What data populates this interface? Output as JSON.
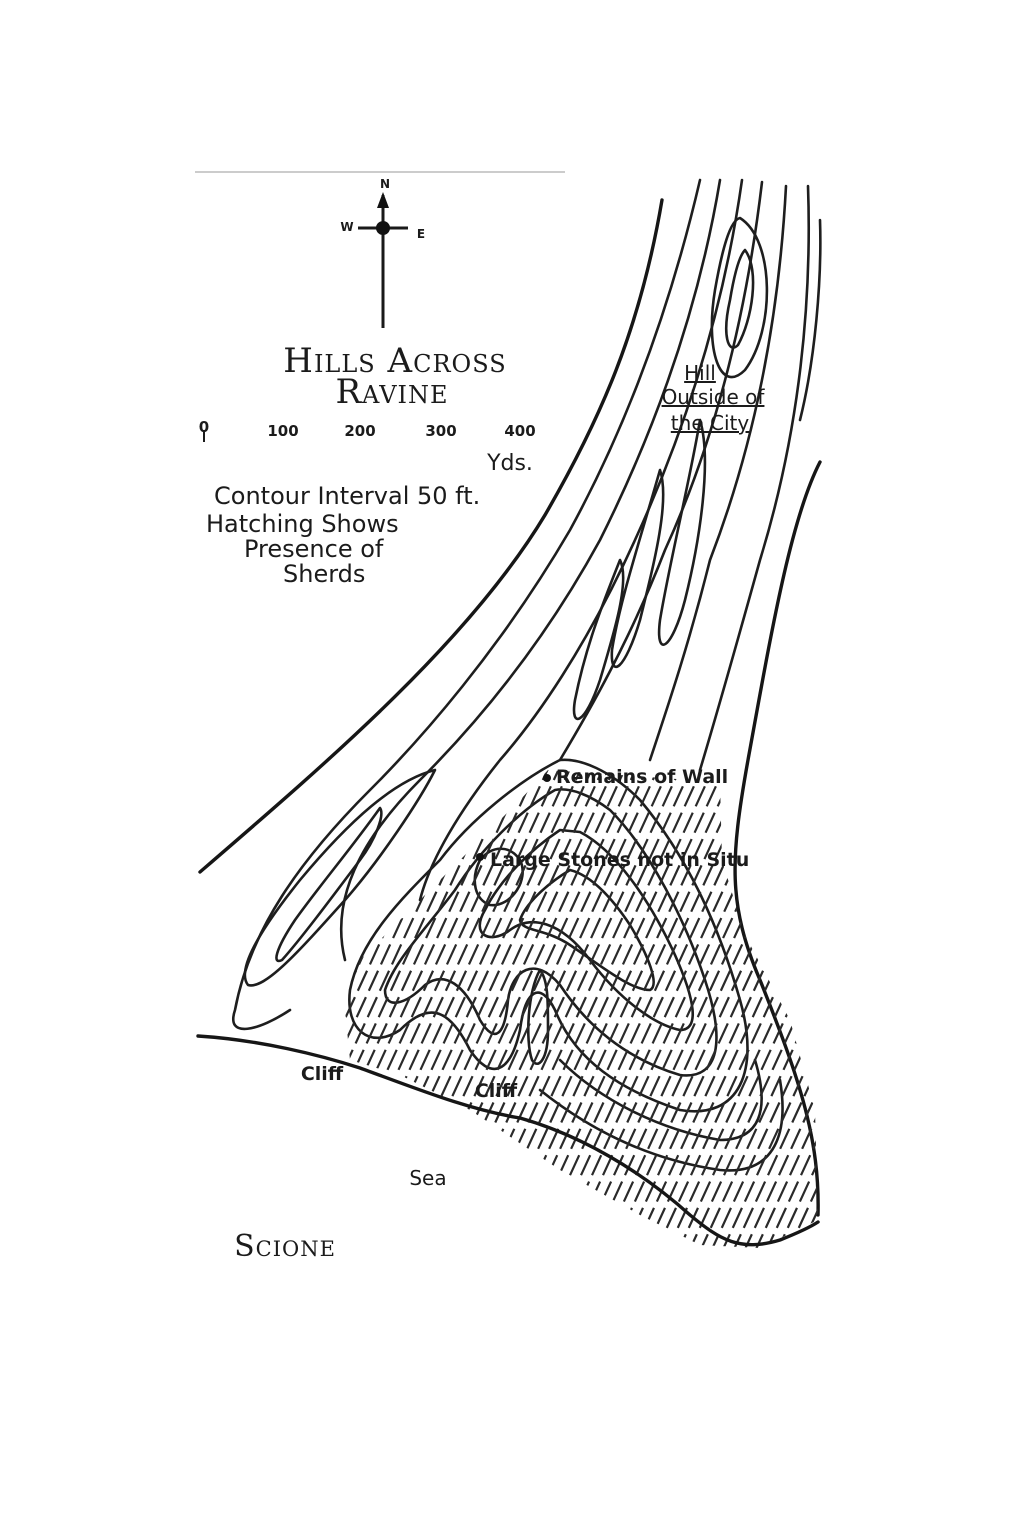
{
  "map": {
    "title_line1": "Hills Across",
    "title_line2": "Ravine",
    "compass": {
      "n": "N",
      "w": "W",
      "e": "E"
    },
    "scale": {
      "ticks": [
        "0",
        "100",
        "200",
        "300",
        "400"
      ],
      "unit": "Yds."
    },
    "legend": {
      "contour": "Contour Interval 50 ft.",
      "hatching_1": "Hatching Shows",
      "hatching_2": "Presence of",
      "hatching_3": "Sherds"
    },
    "labels": {
      "hill_1": "Hill",
      "hill_2": "Outside of",
      "hill_3": "the City",
      "remains_wall": "Remains of Wall",
      "large_stones": "Large Stones not in Situ",
      "cliff_left": "Cliff",
      "cliff_right": "Cliff",
      "sea": "Sea",
      "place": "Scione"
    }
  }
}
